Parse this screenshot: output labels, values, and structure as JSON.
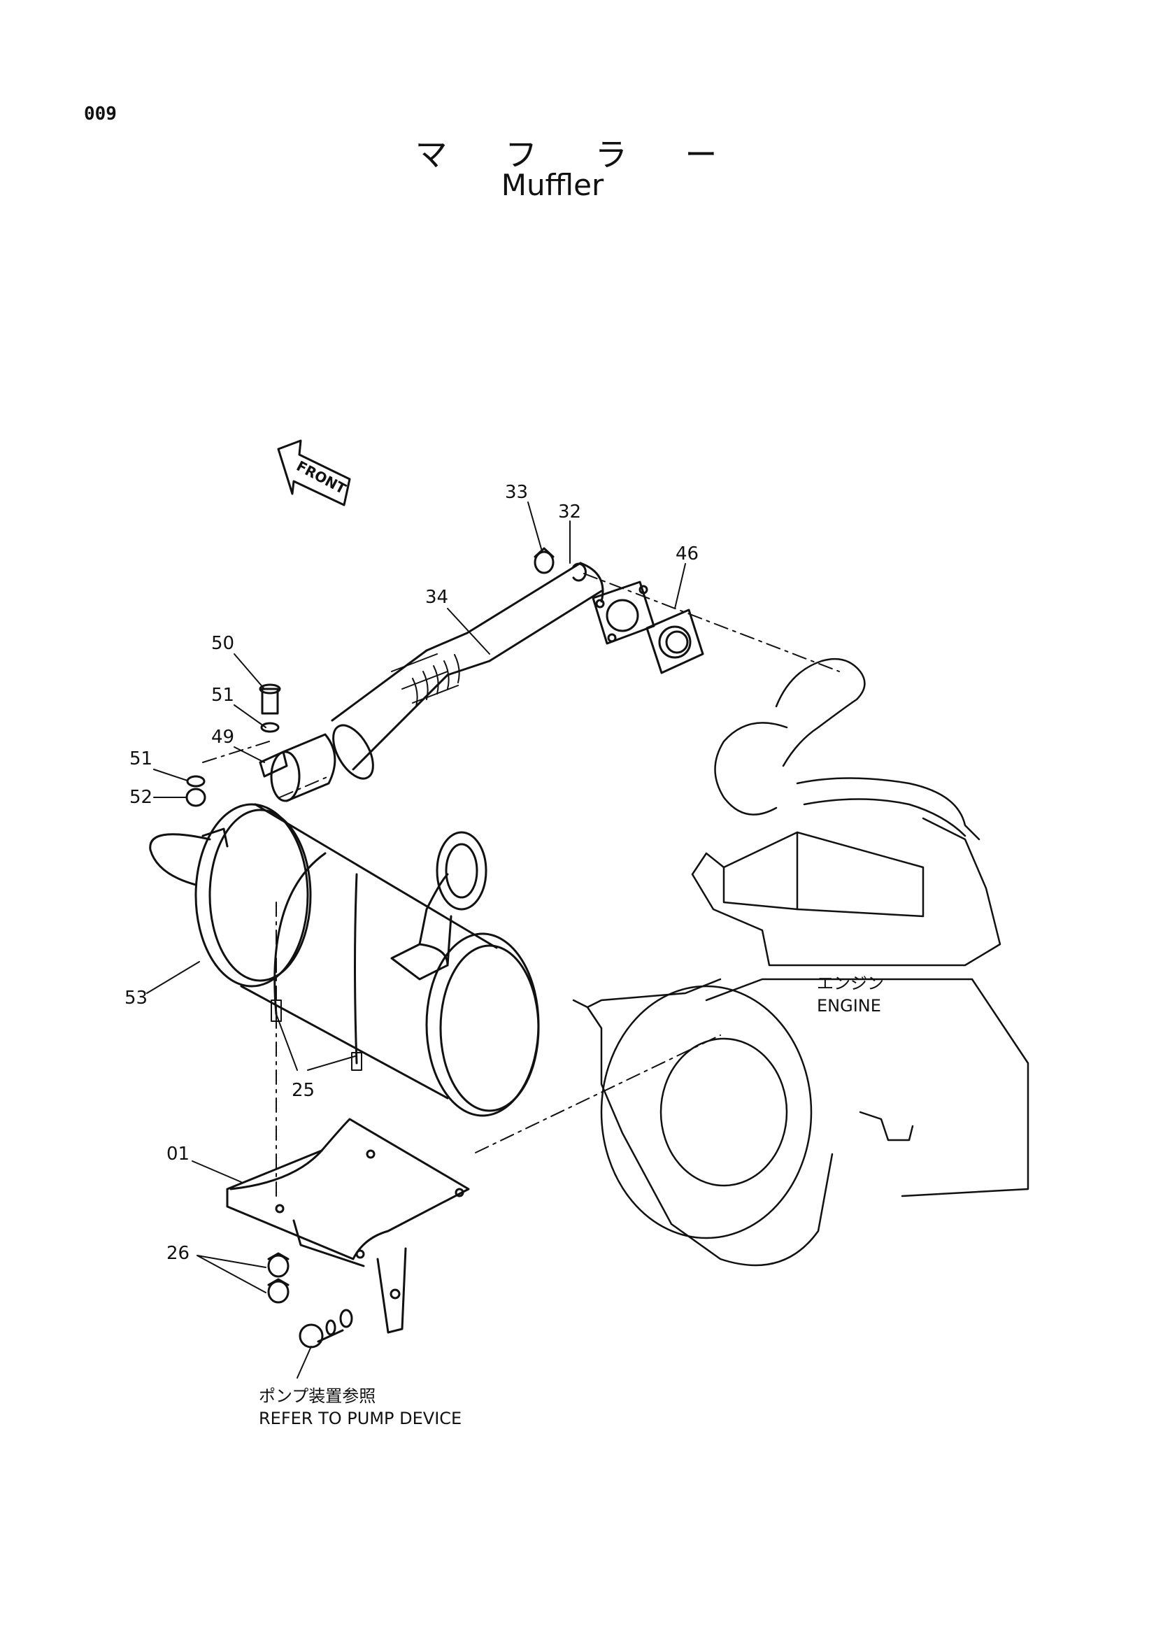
{
  "page": {
    "code": "009"
  },
  "title": {
    "japanese": "マ フ ラ ー",
    "english": "Muffler"
  },
  "front_arrow": {
    "label": "FRONT"
  },
  "callouts": [
    {
      "id": "33",
      "label": "33"
    },
    {
      "id": "32",
      "label": "32"
    },
    {
      "id": "46",
      "label": "46"
    },
    {
      "id": "34",
      "label": "34"
    },
    {
      "id": "50",
      "label": "50"
    },
    {
      "id": "51a",
      "label": "51"
    },
    {
      "id": "49",
      "label": "49"
    },
    {
      "id": "51b",
      "label": "51"
    },
    {
      "id": "52",
      "label": "52"
    },
    {
      "id": "53",
      "label": "53"
    },
    {
      "id": "25",
      "label": "25"
    },
    {
      "id": "01",
      "label": "01"
    },
    {
      "id": "26",
      "label": "26"
    }
  ],
  "notes": {
    "engine": {
      "jp": "エンジン",
      "en": "ENGINE"
    },
    "pump": {
      "jp": "ポンプ装置参照",
      "en": "REFER TO PUMP DEVICE"
    }
  }
}
